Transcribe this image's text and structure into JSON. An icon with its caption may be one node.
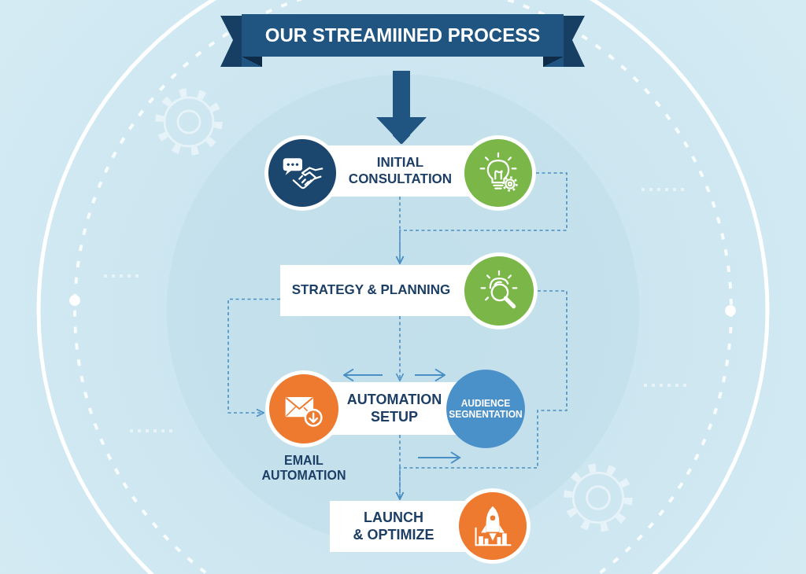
{
  "diagram": {
    "nodes": [
      {
        "text": [
          "OUR STREAMIINED PROCESS"
        ]
      },
      {
        "text": [],
        "shape": "circle"
      },
      {
        "text": [
          "INITIAL CONSULTATION"
        ]
      },
      {
        "text": [],
        "shape": "circle"
      },
      {
        "text": [
          "STRATEGY & PLANNING"
        ]
      },
      {
        "text": [],
        "shape": "circle"
      },
      {
        "text": [],
        "shape": "circle",
        "beside": [
          "EMAIL AUTOMATION"
        ]
      },
      {
        "text": [
          "AUTOMATION SETUP"
        ]
      },
      {
        "text": [
          "AUDIENCE SEGNENTATION"
        ]
      },
      {
        "text": [
          "LAUNCH & OPTIMIZE"
        ]
      },
      {
        "text": [],
        "shape": "circle"
      }
    ],
    "edges": [
      {
        "from": 0,
        "to": 2,
        "arrow": "to",
        "style": "thick",
        "color": "#1f5580"
      },
      {
        "from": 2,
        "to": 4,
        "arrow": "to",
        "style": "dashed"
      },
      {
        "from": 3,
        "to": 4,
        "arrow": "to",
        "style": "dashed"
      },
      {
        "from": 4,
        "to": 7,
        "arrow": "to",
        "style": "dashed"
      },
      {
        "from": 4,
        "to": 6,
        "arrow": "to",
        "style": "dashed"
      },
      {
        "from": 5,
        "to": 9,
        "arrow": "to",
        "style": "dashed"
      },
      {
        "from": 7,
        "to": 9,
        "arrow": "to",
        "style": "dashed"
      },
      {
        "from": 7,
        "to": 6,
        "arrow": "to"
      },
      {
        "from": 7,
        "to": 8,
        "arrow": "to"
      }
    ]
  }
}
